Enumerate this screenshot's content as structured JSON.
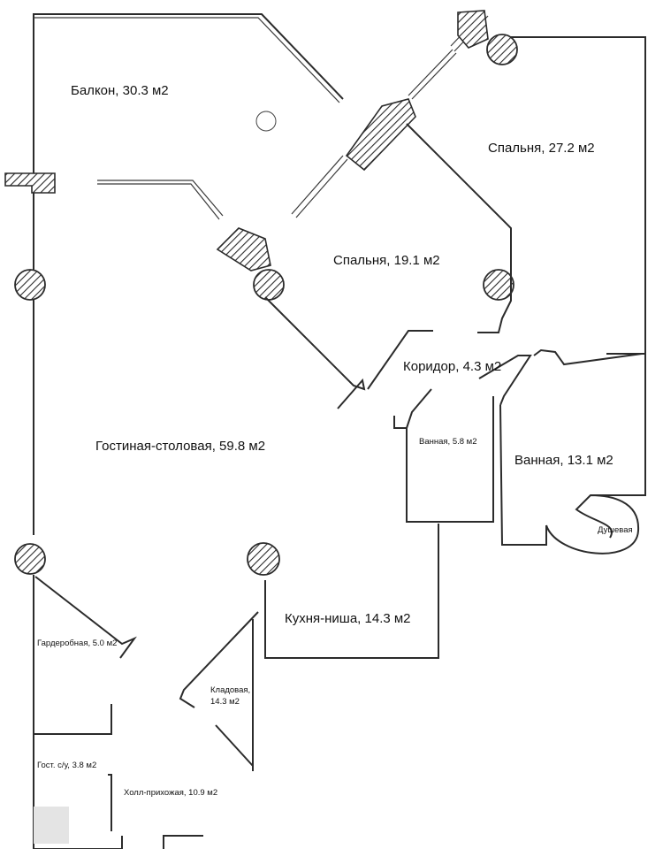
{
  "plan": {
    "rooms": {
      "balcony": "Балкон, 30.3 м2",
      "bedroom_large": "Спальня, 27.2 м2",
      "bedroom": "Спальня, 19.1 м2",
      "corridor": "Коридор, 4.3 м2",
      "bath_small": "Ванная, 5.8 м2",
      "bath_large": "Ванная, 13.1 м2",
      "shower": "Душевая",
      "living_dining": "Гостиная-столовая, 59.8 м2",
      "kitchen": "Кухня-ниша, 14.3 м2",
      "wardrobe": "Гардеробная, 5.0 м2",
      "storage_name": "Кладовая,",
      "storage_area": "14.3 м2",
      "guest_wc": "Гост. с/у, 3.8 м2",
      "hall": "Холл-прихожая, 10.9 м2"
    }
  },
  "colors": {
    "wall": "#2b2b2b",
    "background": "#ffffff"
  }
}
